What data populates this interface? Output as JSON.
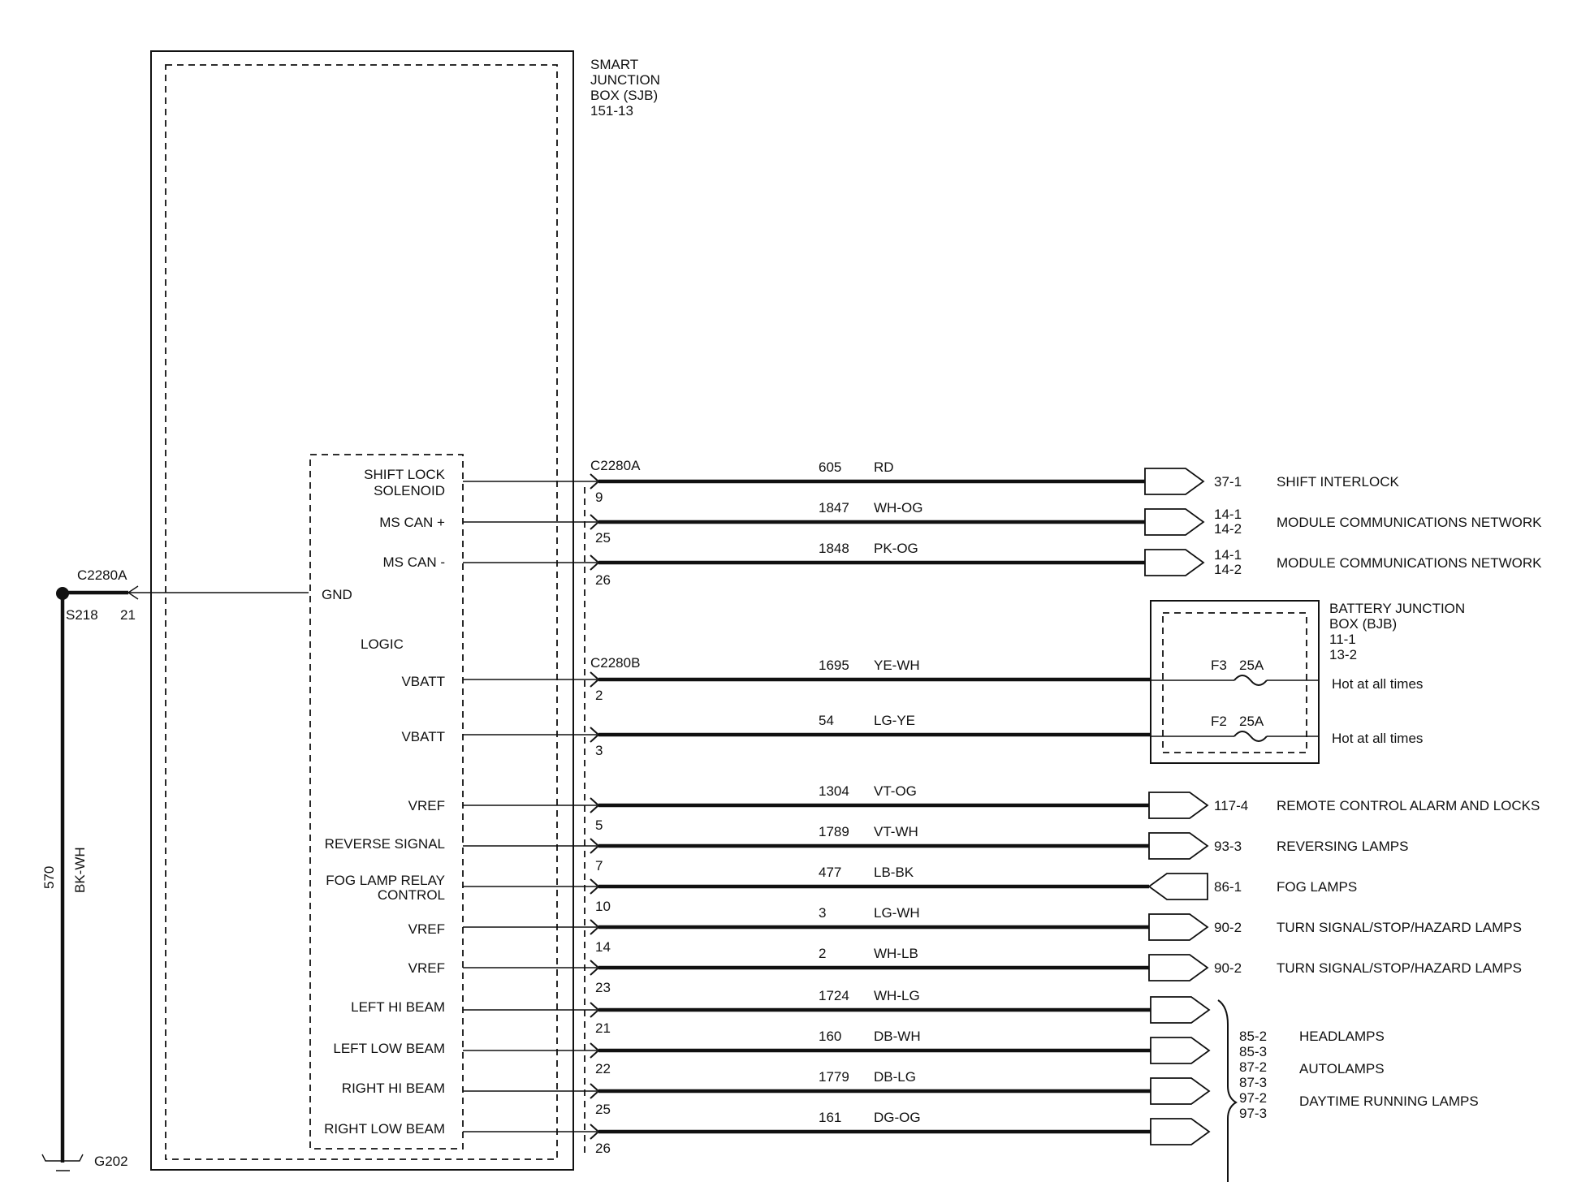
{
  "sjb": {
    "label_lines": [
      "SMART",
      "JUNCTION",
      "BOX (SJB)",
      "151-13"
    ],
    "logic_label": "LOGIC",
    "gnd_label": "GND"
  },
  "ground": {
    "connector": "C2280A",
    "splice": "S218",
    "pin": "21",
    "circuit": "570",
    "color": "BK-WH",
    "ground_point": "G202"
  },
  "connectors": {
    "c2280a": "C2280A",
    "c2280b": "C2280B"
  },
  "bjb": {
    "label_lines": [
      "BATTERY   JUNCTION",
      "BOX (BJB)",
      "11-1",
      "13-2"
    ],
    "fuses": [
      {
        "id": "F3",
        "rating": "25A",
        "note": "Hot at all times"
      },
      {
        "id": "F2",
        "rating": "25A",
        "note": "Hot at all times"
      }
    ]
  },
  "wires": [
    {
      "func": [
        "SHIFT LOCK",
        "SOLENOID"
      ],
      "pin": "9",
      "circuit": "605",
      "color": "RD",
      "refs": [
        "37-1"
      ],
      "dest": "SHIFT INTERLOCK"
    },
    {
      "func": [
        "MS CAN +"
      ],
      "pin": "25",
      "circuit": "1847",
      "color": "WH-OG",
      "refs": [
        "14-1",
        "14-2"
      ],
      "dest": "MODULE COMMUNICATIONS NETWORK"
    },
    {
      "func": [
        "MS CAN -"
      ],
      "pin": "26",
      "circuit": "1848",
      "color": "PK-OG",
      "refs": [
        "14-1",
        "14-2"
      ],
      "dest": "MODULE COMMUNICATIONS NETWORK"
    },
    {
      "func": [
        "VBATT"
      ],
      "pin": "2",
      "circuit": "1695",
      "color": "YE-WH"
    },
    {
      "func": [
        "VBATT"
      ],
      "pin": "3",
      "circuit": "54",
      "color": "LG-YE"
    },
    {
      "func": [
        "VREF"
      ],
      "pin": "5",
      "circuit": "1304",
      "color": "VT-OG",
      "refs": [
        "117-4"
      ],
      "dest": "REMOTE CONTROL ALARM AND LOCKS"
    },
    {
      "func": [
        "REVERSE SIGNAL"
      ],
      "pin": "7",
      "circuit": "1789",
      "color": "VT-WH",
      "refs": [
        "93-3"
      ],
      "dest": "REVERSING LAMPS"
    },
    {
      "func": [
        "FOG LAMP RELAY",
        "CONTROL"
      ],
      "pin": "10",
      "circuit": "477",
      "color": "LB-BK",
      "refs": [
        "86-1"
      ],
      "dest": "FOG LAMPS"
    },
    {
      "func": [
        "VREF"
      ],
      "pin": "14",
      "circuit": "3",
      "color": "LG-WH",
      "refs": [
        "90-2"
      ],
      "dest": "TURN SIGNAL/STOP/HAZARD LAMPS"
    },
    {
      "func": [
        "VREF"
      ],
      "pin": "23",
      "circuit": "2",
      "color": "WH-LB",
      "refs": [
        "90-2"
      ],
      "dest": "TURN SIGNAL/STOP/HAZARD LAMPS"
    },
    {
      "func": [
        "LEFT HI BEAM"
      ],
      "pin": "21",
      "circuit": "1724",
      "color": "WH-LG"
    },
    {
      "func": [
        "LEFT LOW BEAM"
      ],
      "pin": "22",
      "circuit": "160",
      "color": "DB-WH"
    },
    {
      "func": [
        "RIGHT HI BEAM"
      ],
      "pin": "25",
      "circuit": "1779",
      "color": "DB-LG"
    },
    {
      "func": [
        "RIGHT LOW BEAM"
      ],
      "pin": "26",
      "circuit": "161",
      "color": "DG-OG"
    }
  ],
  "lamp_group": {
    "refs": [
      "85-2",
      "85-3",
      "87-2",
      "87-3",
      "97-2",
      "97-3"
    ],
    "dests": [
      "HEADLAMPS",
      "AUTOLAMPS",
      "DAYTIME RUNNING LAMPS"
    ]
  }
}
